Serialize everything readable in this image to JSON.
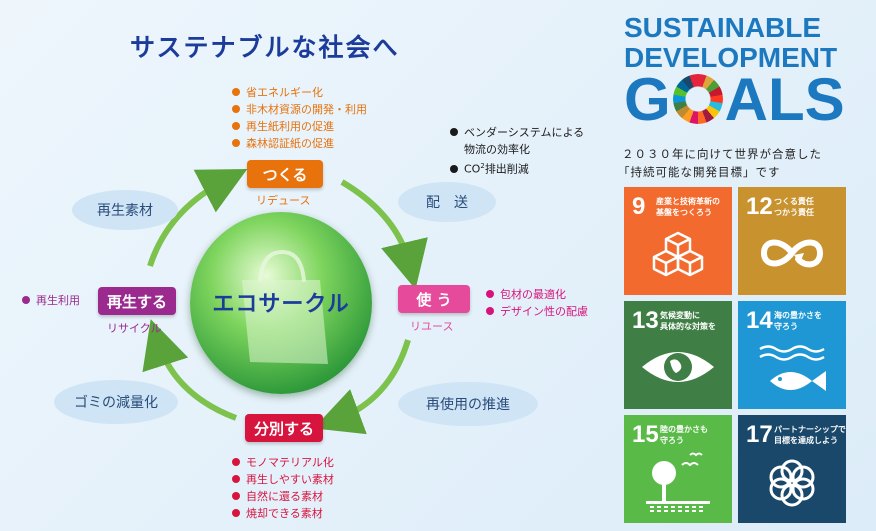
{
  "diagram": {
    "title": "サステナブルな社会へ",
    "center_label": "エコサークル",
    "phases": [
      {
        "label": "つくる",
        "sub": "リデュース",
        "color": "#e8720c"
      },
      {
        "label": "使 う",
        "sub": "リユース",
        "color": "#e64a9b"
      },
      {
        "label": "分別する",
        "sub": "",
        "color": "#d7143e"
      },
      {
        "label": "再生する",
        "sub": "リサイクル",
        "color": "#9b2a8e"
      }
    ],
    "clouds": [
      "再生素材",
      "配　送",
      "再使用の推進",
      "ゴミの減量化"
    ],
    "lists": {
      "make": [
        "省エネルギー化",
        "非木材資源の開発・利用",
        "再生紙利用の促進",
        "森林認証紙の促進"
      ],
      "delivery_1": "ベンダーシステムによる",
      "delivery_1b": "物流の効率化",
      "delivery_2a": "CO",
      "delivery_2b": "2",
      "delivery_2c": "排出削減",
      "use": [
        "包材の最適化",
        "デザイン性の配慮"
      ],
      "sort": [
        "モノマテリアル化",
        "再生しやすい素材",
        "自然に還る素材",
        "焼却できる素材"
      ],
      "recycle": "再生利用"
    },
    "list_colors": {
      "make": "#e8720c",
      "use": "#d7147a",
      "sort": "#d7143e",
      "recycle": "#9b2a8e",
      "delivery": "#1a1a1a"
    }
  },
  "sdg": {
    "line1": "SUSTAINABLE",
    "line2": "DEVELOPMENT",
    "goals_g": "G",
    "goals_rest": "ALS",
    "desc1": "２０３０年に向けて世界が合意した",
    "desc2": "「持続可能な開発目標」です",
    "tiles": [
      {
        "num": "9",
        "text1": "産業と技術革新の",
        "text2": "基盤をつくろう",
        "color": "#f26a2d",
        "icon": "cubes-icon"
      },
      {
        "num": "12",
        "text1": "つくる責任",
        "text2": "つかう責任",
        "color": "#c8922f",
        "icon": "infinity-icon"
      },
      {
        "num": "13",
        "text1": "気候変動に",
        "text2": "具体的な対策を",
        "color": "#3f7e44",
        "icon": "eye-globe-icon"
      },
      {
        "num": "14",
        "text1": "海の豊かさを",
        "text2": "守ろう",
        "color": "#1f97d4",
        "icon": "fish-icon"
      },
      {
        "num": "15",
        "text1": "陸の豊かさも",
        "text2": "守ろう",
        "color": "#59ba48",
        "icon": "tree-icon"
      },
      {
        "num": "17",
        "text1": "パートナーシップで",
        "text2": "目標を達成しよう",
        "color": "#19486a",
        "icon": "flower-icon"
      }
    ]
  }
}
